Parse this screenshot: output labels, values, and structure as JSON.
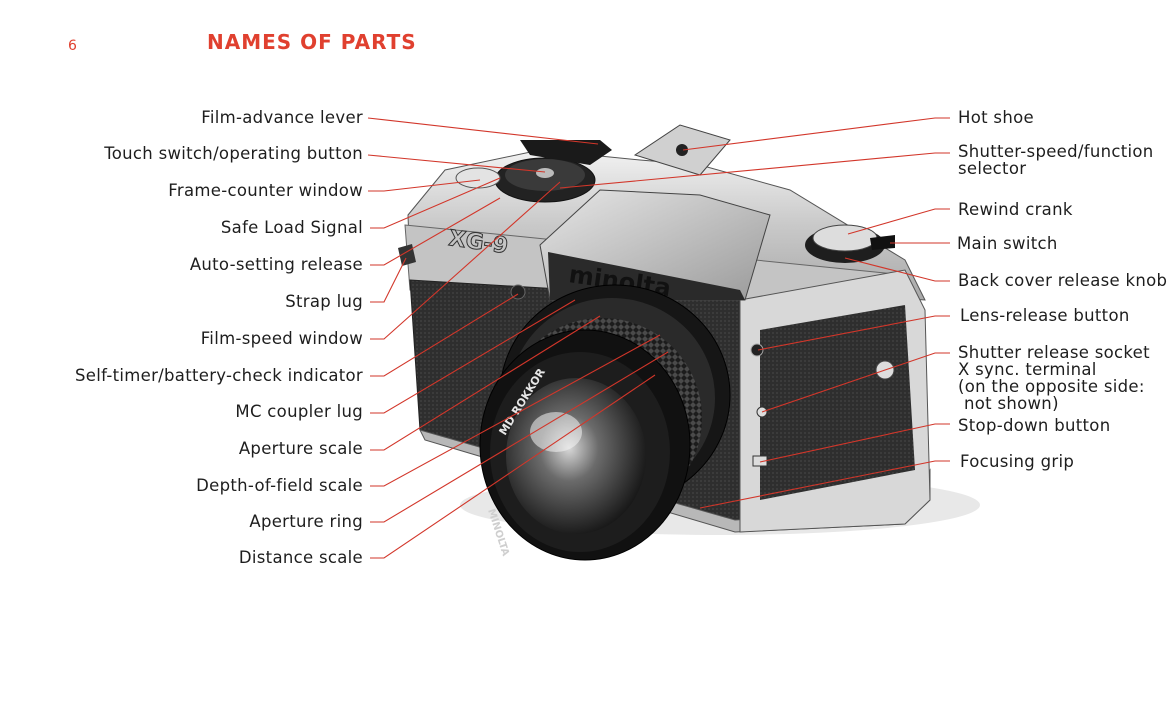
{
  "page": {
    "number": "6",
    "title": "NAMES OF PARTS"
  },
  "camera": {
    "brand_text": "minolta",
    "model_text": "XG-9",
    "lens_text": "MD ROKKOR",
    "lens_ring_text": "MINOLTA"
  },
  "labels_left": [
    "Film-advance lever",
    "Touch switch/operating button",
    "Frame-counter window",
    "Safe Load Signal",
    "Auto-setting release",
    "Strap lug",
    "Film-speed window",
    "Self-timer/battery-check indicator",
    "MC coupler lug",
    "Aperture scale",
    "Depth-of-field scale",
    "Aperture ring",
    "Distance scale"
  ],
  "labels_right": {
    "hot_shoe": "Hot shoe",
    "selector_line1": "Shutter-speed/function",
    "selector_line2": "selector",
    "rewind_crank": "Rewind crank",
    "main_switch": "Main switch",
    "back_cover": "Back cover release knob",
    "lens_release": "Lens-release button",
    "socket_line1": "Shutter release socket",
    "socket_line2": "X sync. terminal",
    "socket_line3": "(on the opposite side:",
    "socket_line4": "not shown)",
    "stop_down": "Stop-down button",
    "focusing_grip": "Focusing grip"
  }
}
